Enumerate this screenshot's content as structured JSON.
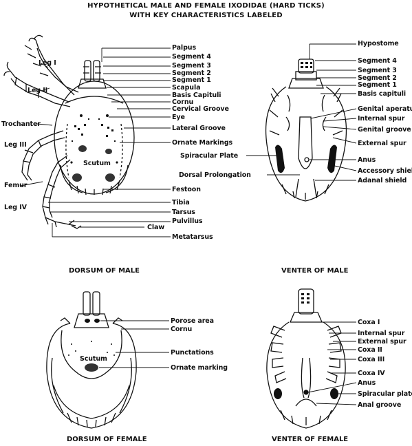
{
  "title": {
    "line1": "HYPOTHETICAL MALE AND FEMALE IXODIDAE (HARD TICKS)",
    "line2": "WITH KEY CHARACTERISTICS LABELED"
  },
  "dorsum_male": {
    "caption": "DORSUM OF MALE",
    "left_labels": {
      "leg1": "Leg I",
      "leg2": "Leg II",
      "trochanter": "Trochanter",
      "leg3": "Leg III",
      "femur": "Femur",
      "leg4": "Leg IV"
    },
    "body_label": "Scutum",
    "right_labels": {
      "palpus": "Palpus",
      "seg4": "Segment 4",
      "seg3": "Segment 3",
      "seg2": "Segment 2",
      "seg1": "Segment 1",
      "scapula": "Scapula",
      "basis": "Basis Capituli",
      "cornu": "Cornu",
      "cervical": "Cervical Groove",
      "eye": "Eye",
      "lateral": "Lateral Groove",
      "ornate": "Ornate Markings",
      "festoon": "Festoon",
      "tibia": "Tibia",
      "tarsus": "Tarsus",
      "pulvillus": "Pulvillus",
      "claw": "Claw",
      "metatarsus": "Metatarsus"
    }
  },
  "venter_male": {
    "caption": "VENTER OF MALE",
    "left_labels": {
      "spiracular": "Spiracular Plate",
      "dorsal": "Dorsal Prolongation"
    },
    "right_labels": {
      "hypostome": "Hypostome",
      "seg4": "Segment 4",
      "seg3": "Segment 3",
      "seg2": "Segment 2",
      "seg1": "Segment 1",
      "basis": "Basis capituli",
      "genital_ap": "Genital aperature",
      "internal": "Internal spur",
      "genital_gr": "Genital groove",
      "external": "External spur",
      "anus": "Anus",
      "accessory": "Accessory shield",
      "adanal": "Adanal shield"
    }
  },
  "dorsum_female": {
    "caption": "DORSUM OF FEMALE",
    "body_label": "Scutum",
    "right_labels": {
      "porose": "Porose area",
      "cornu": "Cornu",
      "punct": "Punctations",
      "ornate": "Ornate marking"
    }
  },
  "venter_female": {
    "caption": "VENTER OF FEMALE",
    "right_labels": {
      "coxa1": "Coxa I",
      "internal": "Internal spur",
      "external": "External spur",
      "coxa2": "Coxa II",
      "coxa3": "Coxa III",
      "coxa4": "Coxa IV",
      "anus": "Anus",
      "spiracular": "Spiracular plate",
      "anal_groove": "Anal groove"
    }
  }
}
